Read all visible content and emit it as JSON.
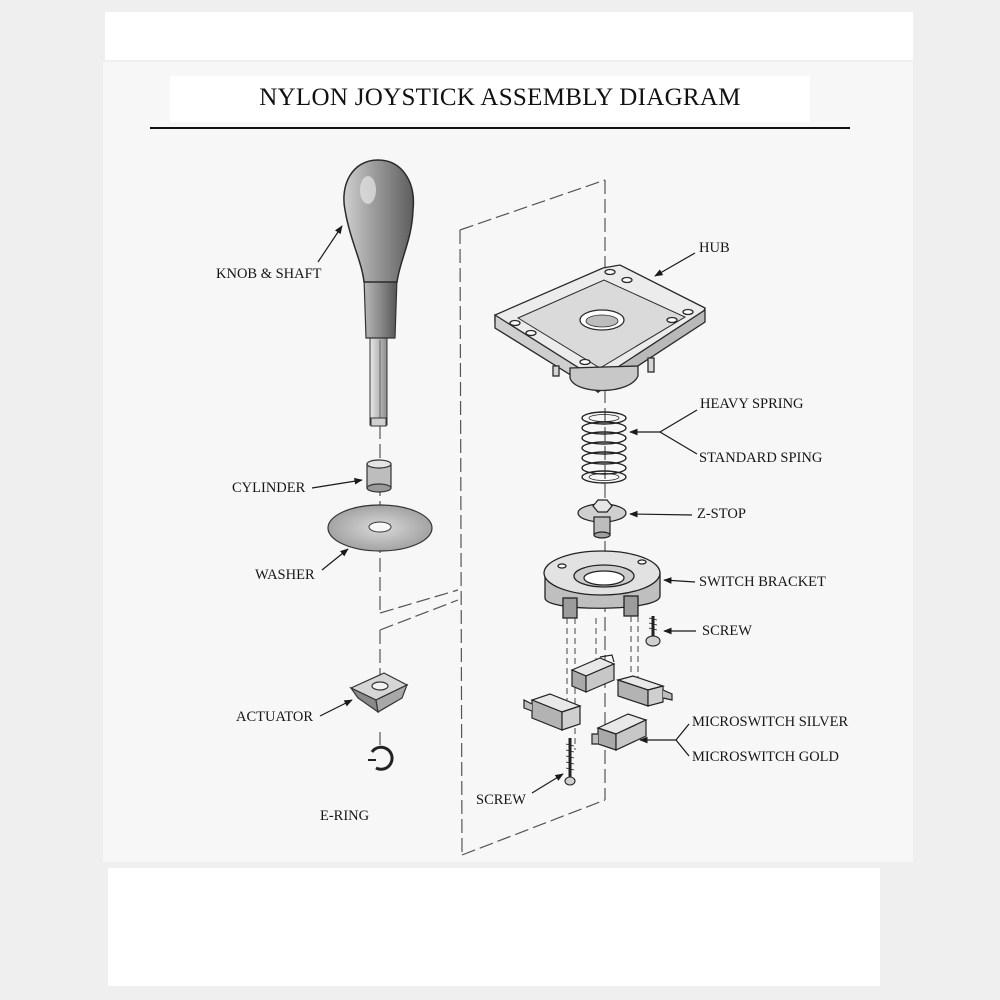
{
  "title": "NYLON JOYSTICK ASSEMBLY DIAGRAM",
  "labels": {
    "knob_shaft": "KNOB & SHAFT",
    "cylinder": "CYLINDER",
    "washer": "WASHER",
    "actuator": "ACTUATOR",
    "e_ring": "E-RING",
    "hub": "HUB",
    "heavy_spring": "HEAVY SPRING",
    "standard_spring": "STANDARD SPING",
    "z_stop": "Z-STOP",
    "switch_bracket": "SWITCH BRACKET",
    "screw_upper": "SCREW",
    "microswitch_silver": "MICROSWITCH SILVER",
    "microswitch_gold": "MICROSWITCH GOLD",
    "screw_lower": "SCREW"
  }
}
